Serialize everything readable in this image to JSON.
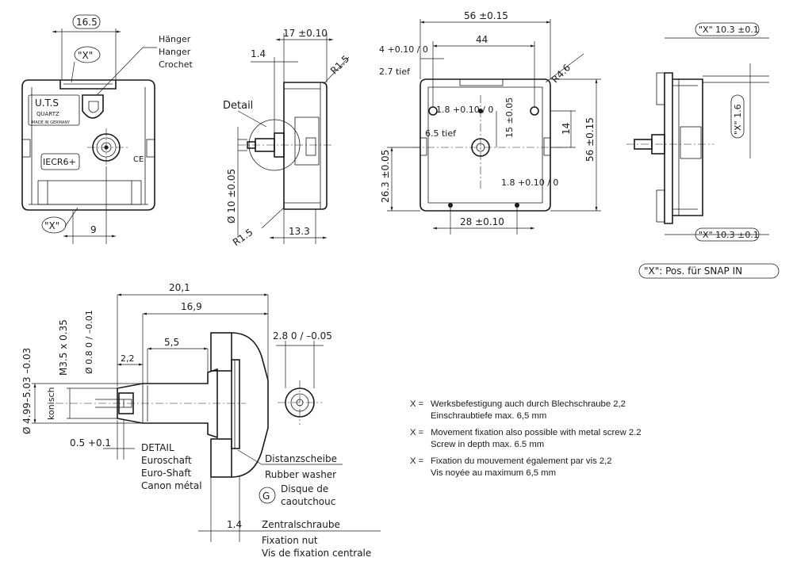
{
  "view_front": {
    "dim_top": "16.5",
    "dim_bottom": "9",
    "x_tag_top": "\"X\"",
    "x_tag_bottom": "\"X\"",
    "hanger_labels": [
      "Hänger",
      "Hanger",
      "Crochet"
    ],
    "logo_lines": [
      "U.T.S",
      "QUARTZ",
      "MADE IN GERMANY"
    ],
    "battery_label": "IECR6+",
    "ce_mark": "CE"
  },
  "view_side": {
    "dim_width": "17 ±0.10",
    "dim_offset": "1.4",
    "radius_top": "R1.5",
    "radius_bottom": "R1.5",
    "detail_label": "Detail",
    "diameter": "Ø 10 ±0.05",
    "dim_bottom": "13.3"
  },
  "view_back": {
    "dim_total_width": "56 ±0.15",
    "dim_inner_width": "44",
    "hole_offset": "4 +0.10 / 0",
    "hole_depth_top": "2.7 tief",
    "radius": "R4.6",
    "hole_diameter": "1.8 +0.10 / 0",
    "center_depth": "6.5 tief",
    "dim_15": "15 ±0.05",
    "dim_14": "14",
    "dim_height": "56 ±0.15",
    "dim_26": "26.3 ±0.05",
    "hole_diameter_bottom": "1.8 +0.10 / 0",
    "dim_28": "28 ±0.10"
  },
  "view_snap": {
    "x_top": "\"X\" 10.3 ±0.1",
    "x_mid": "\"X\" 1.6",
    "x_bottom": "\"X\" 10.3 ±0.1",
    "snap_note": "\"X\": Pos. für SNAP IN"
  },
  "shaft_detail": {
    "dim_20_1": "20,1",
    "dim_16_9": "16,9",
    "dim_5_5": "5,5",
    "dim_2_2": "2,2",
    "dim_diam": "Ø 4.99–5.03 –0.03",
    "dim_thread": "M3.5 x 0.35",
    "dim_pin": "Ø 0.8 0 / –0.01",
    "konisch": "konisch",
    "dim_0_5": "0.5 +0.1",
    "detail_lines": [
      "DETAIL",
      "Euroschaft",
      "Euro-Shaft",
      "Canon métal"
    ],
    "dim_2_8": "2.8 0 / –0.05",
    "washer_lines": [
      "Distanzscheibe",
      "Rubber washer"
    ],
    "g_mark": "G",
    "disque_lines": [
      "Disque de",
      "caoutchouc"
    ],
    "dim_1_4": "1.4",
    "screw_lines": [
      "Zentralschraube",
      "Fixation nut",
      "Vis de fixation centrale"
    ]
  },
  "notes": [
    {
      "key": "X =",
      "lines": [
        "Werksbefestigung auch durch Blechschraube 2,2",
        "Einschraubtiefe max. 6,5 mm"
      ]
    },
    {
      "key": "X =",
      "lines": [
        "Movement fixation also possible with metal screw 2.2",
        "Screw in depth max. 6.5 mm"
      ]
    },
    {
      "key": "X =",
      "lines": [
        "Fixation du mouvement également par vis 2,2",
        "Vis noyée au maximum 6,5 mm"
      ]
    }
  ]
}
